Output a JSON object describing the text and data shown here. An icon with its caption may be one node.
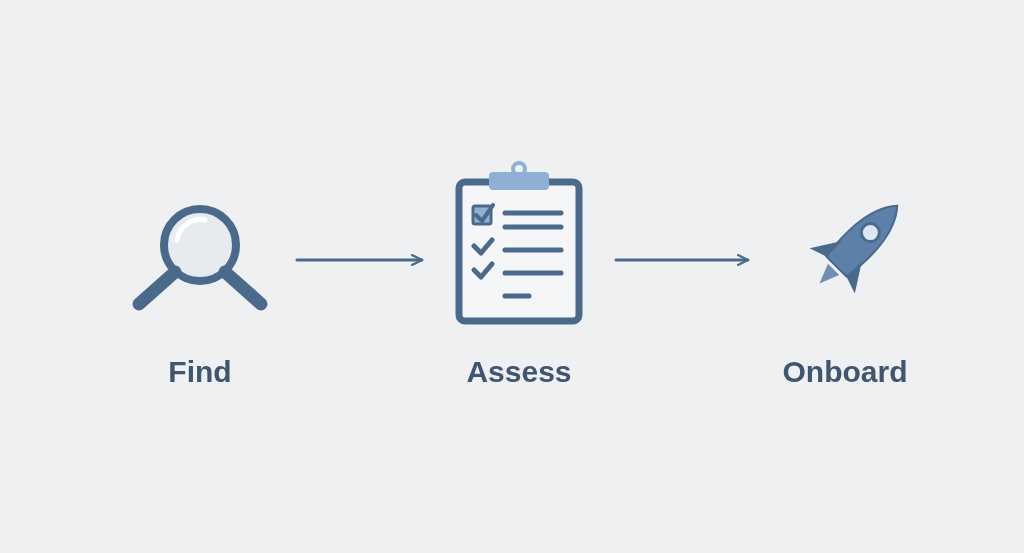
{
  "diagram": {
    "nodes": [
      {
        "text": [
          "Find"
        ]
      },
      {
        "text": [
          "Assess"
        ]
      },
      {
        "text": [
          "Onboard"
        ]
      }
    ],
    "edges": [
      {
        "from": 0,
        "to": 1,
        "arrow": "to"
      },
      {
        "from": 1,
        "to": 2,
        "arrow": "to"
      }
    ]
  }
}
